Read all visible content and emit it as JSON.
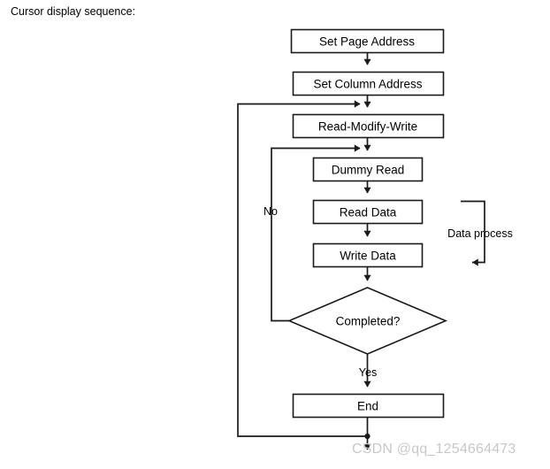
{
  "page": {
    "caption": "Cursor display sequence:",
    "watermark": "CSDN @qq_1254664473",
    "background_color": "#ffffff",
    "line_color": "#1a1a1a",
    "text_color": "#000000",
    "watermark_color": "#c8c8c8"
  },
  "flowchart": {
    "title": "Cursor display sequence",
    "type": "flowchart",
    "nodes": [
      {
        "id": "set-page-address",
        "label": "Set Page Address",
        "shape": "process"
      },
      {
        "id": "set-column-address",
        "label": "Set Column Address",
        "shape": "process"
      },
      {
        "id": "read-modify-write",
        "label": "Read-Modify-Write",
        "shape": "process"
      },
      {
        "id": "dummy-read",
        "label": "Dummy Read",
        "shape": "process"
      },
      {
        "id": "read-data",
        "label": "Read Data",
        "shape": "process"
      },
      {
        "id": "write-data",
        "label": "Write Data",
        "shape": "process"
      },
      {
        "id": "completed",
        "label": "Completed?",
        "shape": "decision"
      },
      {
        "id": "end",
        "label": "End",
        "shape": "process"
      }
    ],
    "edge_labels": [
      {
        "id": "no-label",
        "label": "No"
      },
      {
        "id": "yes-label",
        "label": "Yes"
      }
    ],
    "annotations": [
      {
        "id": "data-process",
        "label": "Data process"
      }
    ],
    "edges": [
      {
        "from": "set-page-address",
        "to": "set-column-address",
        "label": ""
      },
      {
        "from": "set-column-address",
        "to": "read-modify-write",
        "label": ""
      },
      {
        "from": "read-modify-write",
        "to": "dummy-read",
        "label": ""
      },
      {
        "from": "dummy-read",
        "to": "read-data",
        "label": ""
      },
      {
        "from": "read-data",
        "to": "write-data",
        "label": ""
      },
      {
        "from": "write-data",
        "to": "completed",
        "label": ""
      },
      {
        "from": "completed",
        "to": "read-modify-write",
        "label": "No"
      },
      {
        "from": "completed",
        "to": "end",
        "label": "Yes"
      },
      {
        "from": "end",
        "to": "read-modify-write",
        "label": ""
      }
    ]
  }
}
